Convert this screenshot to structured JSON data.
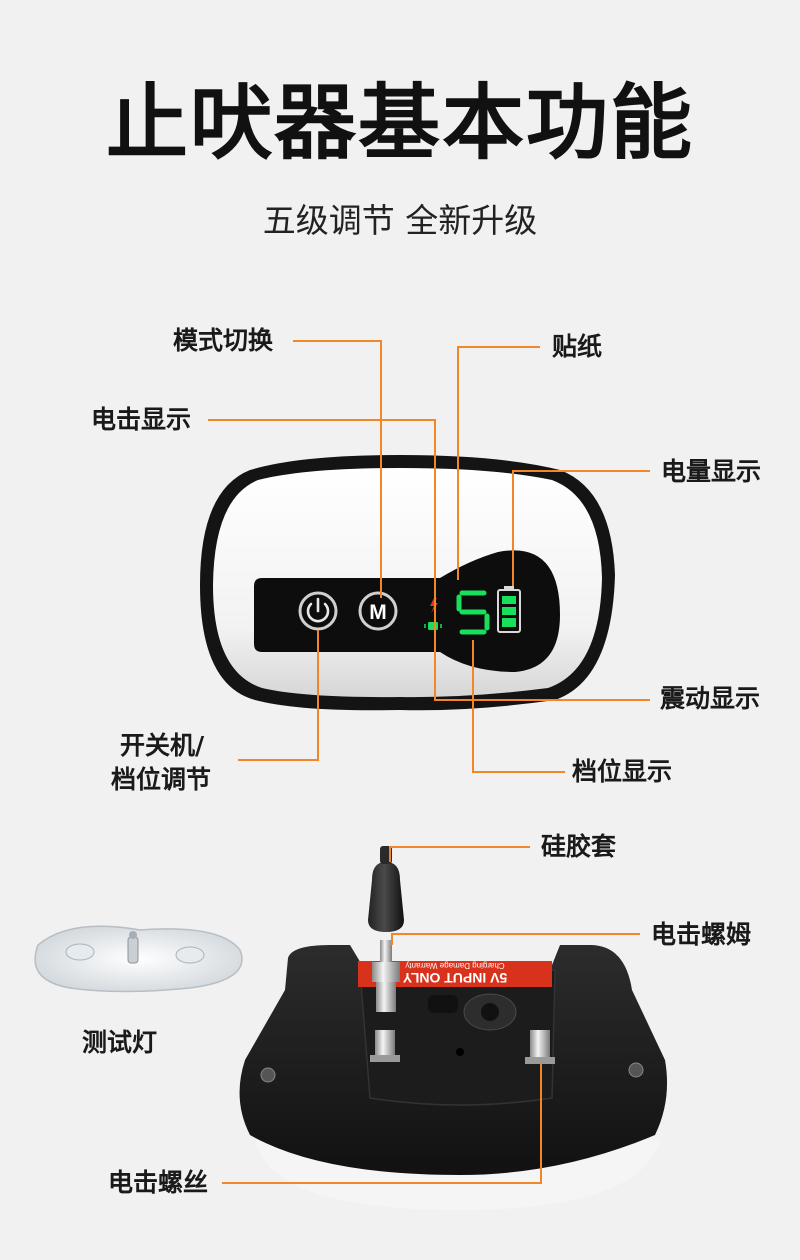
{
  "header": {
    "title": "止吠器基本功能",
    "subtitle": "五级调节 全新升级"
  },
  "labels": {
    "mode_switch": "模式切换",
    "shock_display": "电击显示",
    "sticker": "贴纸",
    "battery_display": "电量显示",
    "vibration_display": "震动显示",
    "power_line1": "开关机/",
    "power_line2": "档位调节",
    "level_display": "档位显示",
    "silicone_cap": "硅胶套",
    "shock_nut": "电击螺姆",
    "test_light": "测试灯",
    "shock_screw": "电击螺丝"
  },
  "device": {
    "mode_button_letter": "M",
    "level_digit": "5",
    "product_label_line1": "5V INPUT ONLY",
    "product_label_line2": "Charging Damage Warranty"
  },
  "colors": {
    "leader": "#f0882a",
    "lcd_green": "#19e05a",
    "shock_red": "#e83020",
    "label_red": "#d8321c"
  }
}
